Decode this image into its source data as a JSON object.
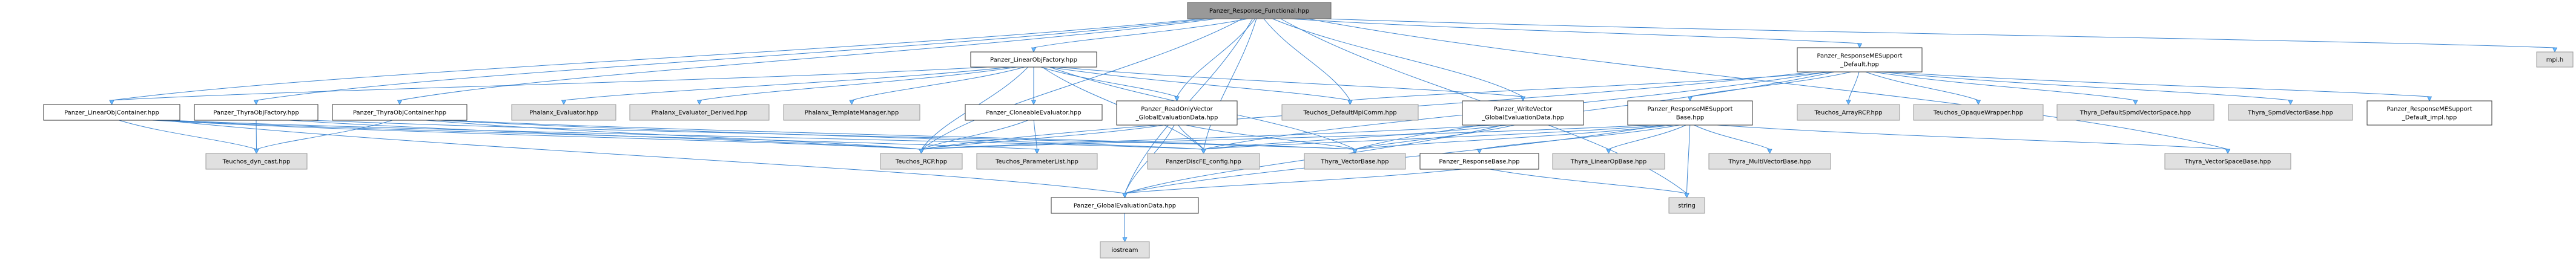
{
  "graph": {
    "colors": {
      "root_fill": "#999999",
      "root_border": "#666666",
      "documented_fill": "#ffffff",
      "documented_border": "#333333",
      "external_fill": "#e0e0e0",
      "external_border": "#999999",
      "edge": "#3d85d0",
      "arrowhead": "#63b8ff"
    },
    "nodes": [
      {
        "id": "root",
        "kind": "root",
        "lines": [
          "Panzer_Response_Functional.hpp"
        ]
      },
      {
        "id": "lof",
        "kind": "documented",
        "lines": [
          "Panzer_LinearObjFactory.hpp"
        ]
      },
      {
        "id": "rmsd",
        "kind": "documented",
        "lines": [
          "Panzer_ResponseMESupport",
          "_Default.hpp"
        ]
      },
      {
        "id": "mpi",
        "kind": "external",
        "lines": [
          "mpi.h"
        ]
      },
      {
        "id": "loc",
        "kind": "documented",
        "lines": [
          "Panzer_LinearObjContainer.hpp"
        ]
      },
      {
        "id": "tof",
        "kind": "documented",
        "lines": [
          "Panzer_ThyraObjFactory.hpp"
        ]
      },
      {
        "id": "toc",
        "kind": "documented",
        "lines": [
          "Panzer_ThyraObjContainer.hpp"
        ]
      },
      {
        "id": "phe",
        "kind": "external",
        "lines": [
          "Phalanx_Evaluator.hpp"
        ]
      },
      {
        "id": "phed",
        "kind": "external",
        "lines": [
          "Phalanx_Evaluator_Derived.hpp"
        ]
      },
      {
        "id": "phtm",
        "kind": "external",
        "lines": [
          "Phalanx_TemplateManager.hpp"
        ]
      },
      {
        "id": "ce",
        "kind": "documented",
        "lines": [
          "Panzer_CloneableEvaluator.hpp"
        ]
      },
      {
        "id": "rov",
        "kind": "documented",
        "lines": [
          "Panzer_ReadOnlyVector",
          "_GlobalEvaluationData.hpp"
        ]
      },
      {
        "id": "tdmc",
        "kind": "external",
        "lines": [
          "Teuchos_DefaultMpiComm.hpp"
        ]
      },
      {
        "id": "wv",
        "kind": "documented",
        "lines": [
          "Panzer_WriteVector",
          "_GlobalEvaluationData.hpp"
        ]
      },
      {
        "id": "rmsb",
        "kind": "documented",
        "lines": [
          "Panzer_ResponseMESupport",
          "Base.hpp"
        ]
      },
      {
        "id": "tarcp",
        "kind": "external",
        "lines": [
          "Teuchos_ArrayRCP.hpp"
        ]
      },
      {
        "id": "tow",
        "kind": "external",
        "lines": [
          "Teuchos_OpaqueWrapper.hpp"
        ]
      },
      {
        "id": "tdsvs",
        "kind": "external",
        "lines": [
          "Thyra_DefaultSpmdVectorSpace.hpp"
        ]
      },
      {
        "id": "tsvb",
        "kind": "external",
        "lines": [
          "Thyra_SpmdVectorBase.hpp"
        ]
      },
      {
        "id": "rmsdi",
        "kind": "documented",
        "lines": [
          "Panzer_ResponseMESupport",
          "_Default_impl.hpp"
        ]
      },
      {
        "id": "tdc",
        "kind": "external",
        "lines": [
          "Teuchos_dyn_cast.hpp"
        ]
      },
      {
        "id": "trcp",
        "kind": "external",
        "lines": [
          "Teuchos_RCP.hpp"
        ]
      },
      {
        "id": "tpl",
        "kind": "external",
        "lines": [
          "Teuchos_ParameterList.hpp"
        ]
      },
      {
        "id": "cfg",
        "kind": "external",
        "lines": [
          "PanzerDiscFE_config.hpp"
        ]
      },
      {
        "id": "tvb",
        "kind": "external",
        "lines": [
          "Thyra_VectorBase.hpp"
        ]
      },
      {
        "id": "rb",
        "kind": "documented",
        "lines": [
          "Panzer_ResponseBase.hpp"
        ]
      },
      {
        "id": "tlob",
        "kind": "external",
        "lines": [
          "Thyra_LinearOpBase.hpp"
        ]
      },
      {
        "id": "tmvb",
        "kind": "external",
        "lines": [
          "Thyra_MultiVectorBase.hpp"
        ]
      },
      {
        "id": "tvsb",
        "kind": "external",
        "lines": [
          "Thyra_VectorSpaceBase.hpp"
        ]
      },
      {
        "id": "ged",
        "kind": "documented",
        "lines": [
          "Panzer_GlobalEvaluationData.hpp"
        ]
      },
      {
        "id": "str",
        "kind": "external",
        "lines": [
          "string"
        ]
      },
      {
        "id": "ios",
        "kind": "external",
        "lines": [
          "iostream"
        ]
      }
    ],
    "edges": [
      [
        "root",
        "lof"
      ],
      [
        "root",
        "rmsd"
      ],
      [
        "root",
        "mpi"
      ],
      [
        "root",
        "loc"
      ],
      [
        "root",
        "tof"
      ],
      [
        "root",
        "toc"
      ],
      [
        "root",
        "cfg"
      ],
      [
        "root",
        "ged"
      ],
      [
        "root",
        "rov"
      ],
      [
        "root",
        "wv"
      ],
      [
        "root",
        "tdmc"
      ],
      [
        "root",
        "str"
      ],
      [
        "root",
        "tvsb"
      ],
      [
        "root",
        "trcp"
      ],
      [
        "lof",
        "phe"
      ],
      [
        "lof",
        "phed"
      ],
      [
        "lof",
        "phtm"
      ],
      [
        "lof",
        "ce"
      ],
      [
        "lof",
        "rov"
      ],
      [
        "lof",
        "tdmc"
      ],
      [
        "lof",
        "wv"
      ],
      [
        "lof",
        "loc"
      ],
      [
        "lof",
        "trcp"
      ],
      [
        "lof",
        "cfg"
      ],
      [
        "lof",
        "tvb"
      ],
      [
        "loc",
        "tdc"
      ],
      [
        "loc",
        "cfg"
      ],
      [
        "loc",
        "trcp"
      ],
      [
        "loc",
        "ged"
      ],
      [
        "loc",
        "tpl"
      ],
      [
        "tof",
        "tdc"
      ],
      [
        "tof",
        "trcp"
      ],
      [
        "tof",
        "tvb"
      ],
      [
        "toc",
        "tdc"
      ],
      [
        "toc",
        "trcp"
      ],
      [
        "toc",
        "tvb"
      ],
      [
        "toc",
        "cfg"
      ],
      [
        "ce",
        "trcp"
      ],
      [
        "ce",
        "tpl"
      ],
      [
        "rov",
        "ged"
      ],
      [
        "rov",
        "cfg"
      ],
      [
        "rov",
        "trcp"
      ],
      [
        "rov",
        "tvb"
      ],
      [
        "wv",
        "ged"
      ],
      [
        "wv",
        "cfg"
      ],
      [
        "wv",
        "trcp"
      ],
      [
        "wv",
        "tvb"
      ],
      [
        "rmsd",
        "rmsb"
      ],
      [
        "rmsd",
        "tarcp"
      ],
      [
        "rmsd",
        "tow"
      ],
      [
        "rmsd",
        "tdsvs"
      ],
      [
        "rmsd",
        "tsvb"
      ],
      [
        "rmsd",
        "rmsdi"
      ],
      [
        "rmsd",
        "trcp"
      ],
      [
        "rmsd",
        "tdmc"
      ],
      [
        "rmsd",
        "cfg"
      ],
      [
        "rmsd",
        "tvb"
      ],
      [
        "rmsb",
        "rb"
      ],
      [
        "rmsb",
        "tlob"
      ],
      [
        "rmsb",
        "tmvb"
      ],
      [
        "rmsb",
        "str"
      ],
      [
        "rmsb",
        "tvsb"
      ],
      [
        "rmsb",
        "tvb"
      ],
      [
        "rmsb",
        "trcp"
      ],
      [
        "rmsb",
        "cfg"
      ],
      [
        "rmsb",
        "ged"
      ],
      [
        "rb",
        "str"
      ],
      [
        "rb",
        "ged"
      ],
      [
        "ged",
        "ios"
      ]
    ]
  }
}
